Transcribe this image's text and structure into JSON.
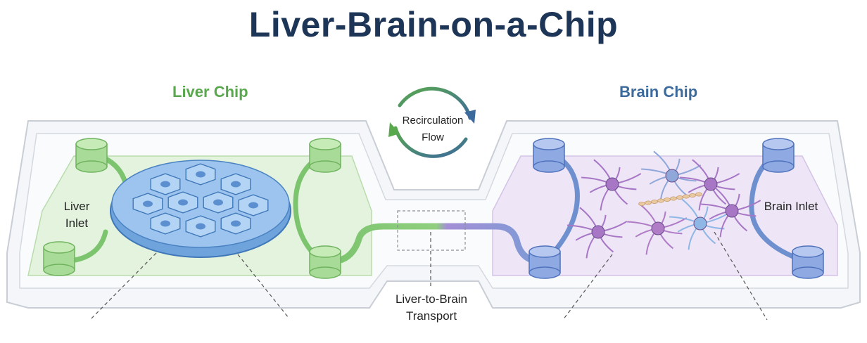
{
  "title": "Liver-Brain-on-a-Chip",
  "liver_chip": {
    "label": "Liver Chip",
    "inlet_label": "Liver Inlet"
  },
  "brain_chip": {
    "label": "Brain Chip",
    "inlet_label": "Brain Inlet"
  },
  "recirculation": {
    "label": "Recirculation Flow"
  },
  "transport": {
    "label": "Liver-to-Brain Transport"
  },
  "colors": {
    "liver": "#5aa84e",
    "brain": "#3c6a9c",
    "title": "#1d3557",
    "hepatocyte": "#7fb2e5",
    "neuron": "#b07cc6"
  },
  "icons": [
    "recirculation-arrow-icon"
  ]
}
